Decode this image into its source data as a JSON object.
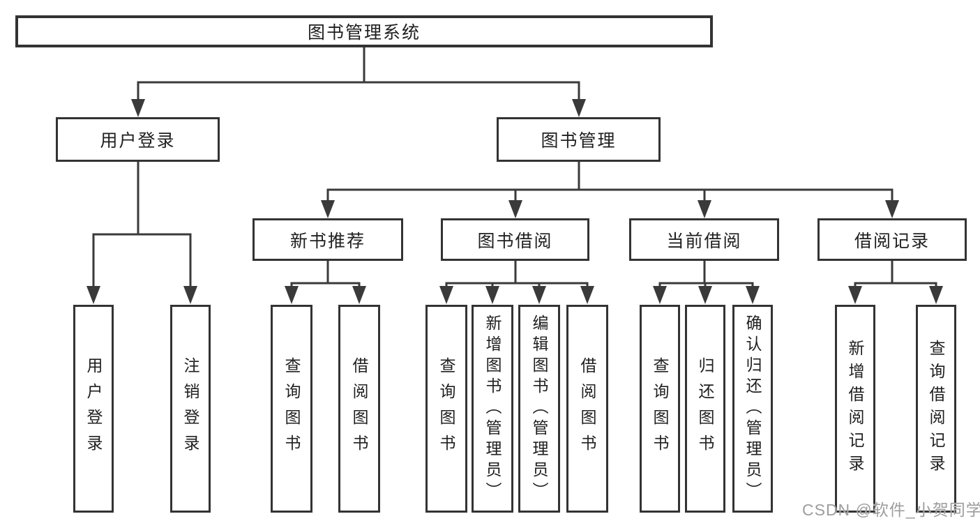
{
  "nodes": {
    "root": {
      "label": "图书管理系统"
    },
    "level2": {
      "user_login": {
        "label": "用户登录"
      },
      "book_mgmt": {
        "label": "图书管理"
      }
    },
    "level3": {
      "new_book_rec": {
        "label": "新书推荐"
      },
      "book_borrow": {
        "label": "图书借阅"
      },
      "current_borrow": {
        "label": "当前借阅"
      },
      "borrow_record": {
        "label": "借阅记录"
      }
    },
    "leaves": {
      "user_login_leaf": {
        "label": "用户登录"
      },
      "logout": {
        "label": "注销登录"
      },
      "nbr_query": {
        "label": "查询图书"
      },
      "nbr_borrow": {
        "label": "借阅图书"
      },
      "bb_query": {
        "label": "查询图书"
      },
      "bb_add": {
        "label": "新增图书（管理员）"
      },
      "bb_edit": {
        "label": "编辑图书（管理员）"
      },
      "bb_borrow": {
        "label": "借阅图书"
      },
      "cb_query": {
        "label": "查询图书"
      },
      "cb_return": {
        "label": "归还图书"
      },
      "cb_confirm": {
        "label": "确认归还（管理员）"
      },
      "br_add": {
        "label": "新增借阅记录"
      },
      "br_query": {
        "label": "查询借阅记录"
      }
    }
  },
  "watermark": {
    "text": "CSDN @软件_小贺同学"
  },
  "colors": {
    "line": "#3a3a3a",
    "border": "#333333",
    "background": "#ffffff",
    "text": "#1f1f1f",
    "watermark": "#9d9d9d"
  }
}
